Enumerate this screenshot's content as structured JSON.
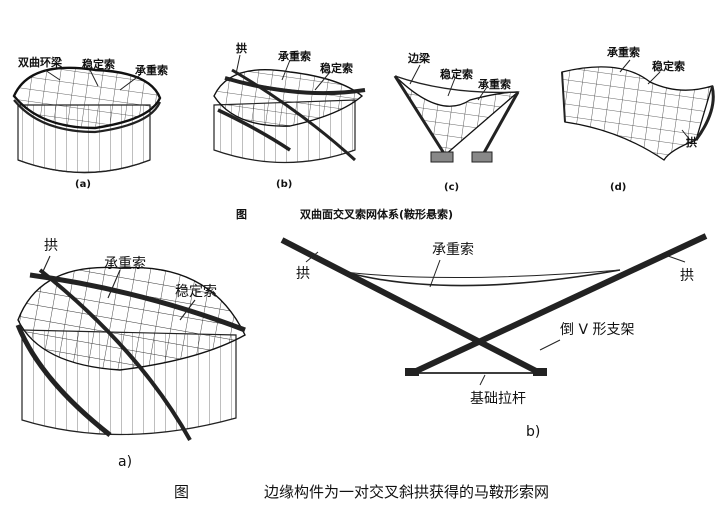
{
  "figure_top": {
    "caption_prefix": "图",
    "caption": "双曲面交叉索网体系(鞍形悬索)",
    "panels": {
      "a": {
        "label": "(a)",
        "labels": [
          "双曲环梁",
          "稳定索",
          "承重索"
        ]
      },
      "b": {
        "label": "(b)",
        "labels": [
          "拱",
          "承重索",
          "稳定索"
        ]
      },
      "c": {
        "label": "(c)",
        "labels": [
          "边梁",
          "稳定索",
          "承重索"
        ]
      },
      "d": {
        "label": "(d)",
        "labels": [
          "承重索",
          "稳定索",
          "拱"
        ]
      }
    }
  },
  "figure_bottom": {
    "caption_prefix": "图",
    "caption": "边缘构件为一对交叉斜拱获得的马鞍形索网",
    "panel_a": {
      "label": "a)",
      "labels": [
        "拱",
        "承重索",
        "稳定索"
      ]
    },
    "panel_b": {
      "label": "b)",
      "labels": [
        "拱",
        "承重索",
        "拱",
        "倒 V 形支架",
        "基础拉杆"
      ]
    }
  }
}
